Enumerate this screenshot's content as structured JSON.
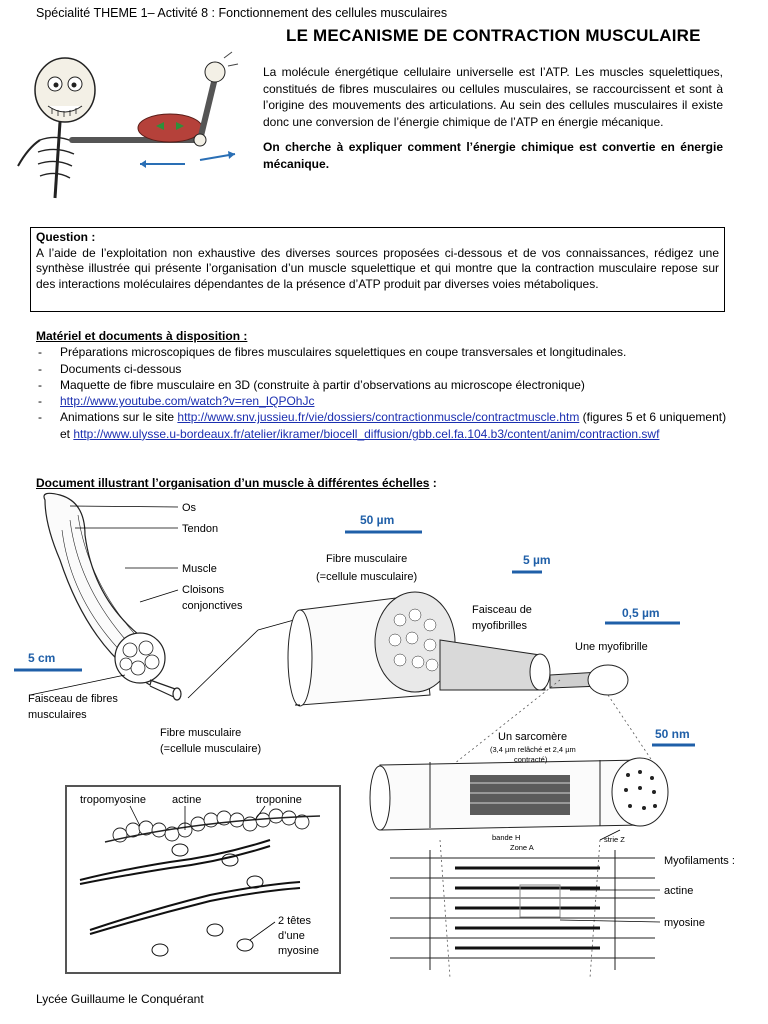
{
  "header": {
    "activity_line": "Spécialité THEME 1– Activité 8 : Fonctionnement des cellules musculaires",
    "title": "LE MECANISME DE CONTRACTION MUSCULAIRE"
  },
  "intro": {
    "paragraph1": "La molécule énergétique cellulaire universelle est l’ATP. Les muscles squelettiques, constitués de fibres musculaires ou cellules musculaires, se raccourcissent et sont à l’origine des mouvements des articulations. Au sein des cellules musculaires il existe donc une conversion de l’énergie chimique de l’ATP en énergie mécanique.",
    "paragraph2": "On cherche à expliquer comment l’énergie chimique est convertie en énergie mécanique."
  },
  "question": {
    "title": "Question :",
    "text": "A l’aide de l’exploitation non exhaustive des diverses sources proposées ci-dessous et de vos connaissances, rédigez une synthèse illustrée qui présente l’organisation d’un muscle squelettique et qui montre que la contraction musculaire repose sur des interactions moléculaires dépendantes de la présence d’ATP produit par diverses voies métaboliques."
  },
  "materials": {
    "title": "Matériel et documents à disposition :",
    "item1": "Préparations microscopiques de fibres musculaires squelettiques en coupe transversales et longitudinales.",
    "item2": "Documents ci-dessous",
    "item3": "Maquette de fibre musculaire en 3D (construite à partir d’observations au microscope électronique)",
    "item4_link": "http://www.youtube.com/watch?v=ren_IQPOhJc",
    "item5_prefix": "Animations sur le site ",
    "item5_link1": "http://www.snv.jussieu.fr/vie/dossiers/contractionmuscle/contractmuscle.htm",
    "item5_middle": " (figures 5 et 6 uniquement) et ",
    "item5_link2": "http://www.ulysse.u-bordeaux.fr/atelier/ikramer/biocell_diffusion/gbb.cel.fa.104.b3/content/anim/contraction.swf"
  },
  "document": {
    "title": "Document illustrant l’organisation d’un muscle à différentes échelles",
    "title_suffix": " :"
  },
  "diagram": {
    "labels": {
      "os": "Os",
      "tendon": "Tendon",
      "muscle": "Muscle",
      "cloisons1": "Cloisons",
      "cloisons2": "conjonctives",
      "faisceau_fibres1": "Faisceau de fibres",
      "faisceau_fibres2": "musculaires",
      "fibre1": "Fibre musculaire",
      "fibre2": "(=cellule musculaire)",
      "fibre_top1": "Fibre musculaire",
      "fibre_top2": "(=cellule musculaire)",
      "faisceau_myo1": "Faisceau de",
      "faisceau_myo2": "myofibrilles",
      "myofibrille": "Une myofibrille",
      "sarcomere": "Un sarcomère",
      "sarcomere_note1": "(3,4 µm relâché et 2,4 µm",
      "sarcomere_note2": "contracté)",
      "bande_h": "bande H",
      "zone_a": "Zone A",
      "strie_z": "strie Z",
      "myofilaments": "Myofilaments :",
      "actine_right": "actine",
      "myosine_right": "myosine",
      "tropomyosine": "tropomyosine",
      "actine": "actine",
      "troponine": "troponine",
      "tetes1": "2 têtes",
      "tetes2": "d’une",
      "tetes3": "myosine"
    },
    "scales": {
      "s1": "5 cm",
      "s2": "50 µm",
      "s3": "5 µm",
      "s4": "0,5 µm",
      "s5": "50 nm"
    },
    "colors": {
      "scale": "#1f5fa8",
      "muscle": "#b5413a",
      "link": "#1b2fb0"
    }
  },
  "footer": "Lycée Guillaume le Conquérant"
}
